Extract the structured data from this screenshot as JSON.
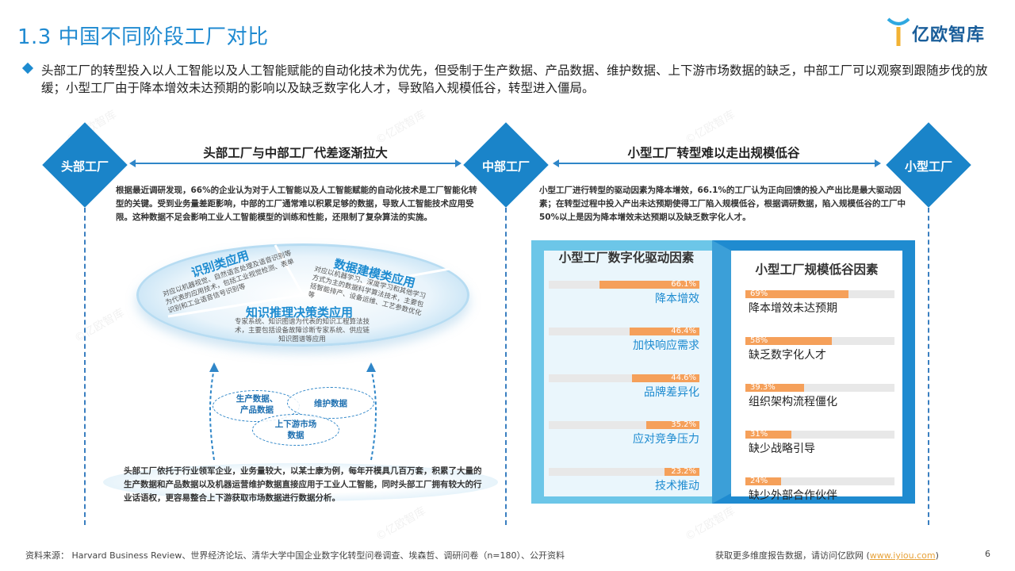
{
  "header": {
    "title": "1.3 中国不同阶段工厂对比",
    "logo_text": "亿欧智库"
  },
  "intro": "头部工厂的转型投入以人工智能以及人工智能赋能的自动化技术为优先，但受制于生产数据、产品数据、维护数据、上下游市场数据的缺乏，中部工厂可以观察到跟随步伐的放缓；小型工厂由于降本增效未达预期的影响以及缺乏数字化人才，导致陷入规模低谷，转型进入僵局。",
  "stages": {
    "head": "头部工厂",
    "mid": "中部工厂",
    "small": "小型工厂"
  },
  "section_left": {
    "heading": "头部工厂与中部工厂代差逐渐拉大",
    "paragraph": "根据最近调研发现，66%的企业认为对于人工智能以及人工智能赋能的自动化技术是工厂智能化转型的关键。受到业务量差距影响，中部的工厂通常难以积累足够的数据，导致人工智能技术应用受限。这种数据不足会影响工业人工智能模型的训练和性能，还限制了复杂算法的实施。",
    "categories": {
      "recognition_title": "识别类应用",
      "recognition_desc": "对应以机器视觉、自然语言处理及语音识别等为代表的应用技术，包括工业视觉检测、表单识别和工业语音信号识别等",
      "modeling_title": "数据建模类应用",
      "modeling_desc": "对应以机器学习、深度学习和其他学习方式为主的数据科学算法技术，主要包括智能排产、设备运维、工艺参数优化等",
      "reasoning_title": "知识推理决策类应用",
      "reasoning_desc": "专家系统、知识图谱为代表的知识工程算法技术，主要包括设备故障诊断专家系统、供应链知识图谱等应用"
    },
    "data_bubbles": {
      "production": "生产数据、\n产品数据",
      "maintenance": "维护数据",
      "market": "上下游市场\n数据"
    },
    "footer_paragraph": "头部工厂依托于行业领军企业，业务量较大，以某士康为例，每年开模具几百万套，积累了大量的生产数据和产品数据以及机器运营维护数据直接应用于工业人工智能，同时头部工厂拥有较大的行业话语权，更容易整合上下游获取市场数据进行数据分析。"
  },
  "section_right": {
    "heading": "小型工厂转型难以走出规模低谷",
    "paragraph": "小型工厂进行转型的驱动因素为降本增效，66.1%的工厂认为正向回馈的投入产出比是最大驱动因素；在转型过程中投入产出未达预期使得工厂陷入规模低谷，根据调研数据，陷入规模低谷的工厂中50%以上是因为降本增效未达预期以及缺乏数字化人才。"
  },
  "chart_data": [
    {
      "type": "bar",
      "title": "小型工厂数字化驱动因素",
      "categories": [
        "降本增效",
        "加快响应需求",
        "品牌差异化",
        "应对竞争压力",
        "技术推动"
      ],
      "values": [
        66.1,
        46.4,
        44.6,
        35.2,
        23.2
      ],
      "value_labels": [
        "66.1%",
        "46.4%",
        "44.6%",
        "35.2%",
        "23.2%"
      ],
      "ylim": [
        0,
        100
      ]
    },
    {
      "type": "bar",
      "title": "小型工厂规模低谷因素",
      "categories": [
        "降本增效未达预期",
        "缺乏数字化人才",
        "组织架构流程僵化",
        "缺少战略引导",
        "缺少外部合作伙伴"
      ],
      "values": [
        69,
        58,
        39.3,
        31,
        24
      ],
      "value_labels": [
        "69%",
        "58%",
        "39.3%",
        "31%",
        "24%"
      ],
      "ylim": [
        0,
        100
      ]
    }
  ],
  "footer": {
    "source": "资料来源： Harvard Business Review、世界经济论坛、清华大学中国企业数字化转型问卷调查、埃森哲、调研问卷（n=180）、公开资料",
    "more_prefix": "获取更多维度报告数据，请访问亿欧网 (",
    "more_link": "www.iyiou.com",
    "more_suffix": ")",
    "page_number": "6"
  },
  "colors": {
    "accent": "#1f8ad1",
    "bar_fill": "#f5a05a",
    "panel_light": "#6cc6e8",
    "panel_dark": "#1f8bd0"
  }
}
